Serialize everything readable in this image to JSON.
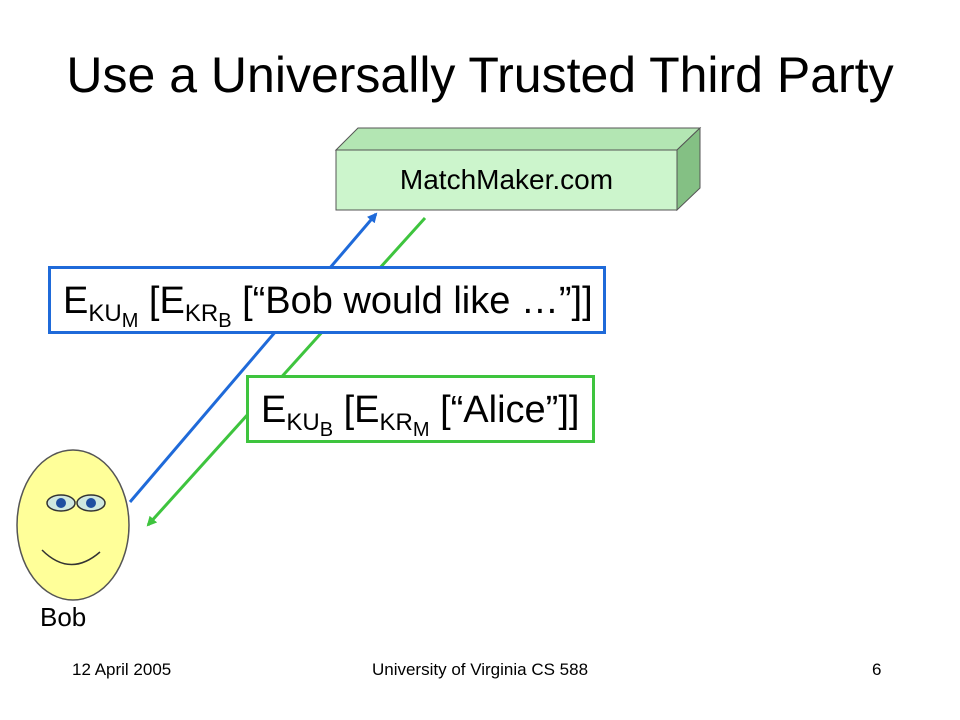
{
  "title": "Use a Universally Trusted Third Party",
  "server": {
    "label": "MatchMaker.com",
    "front_color": "#ccf5cc",
    "top_color": "#b3e6b3",
    "side_color": "#84c084"
  },
  "person": {
    "label": "Bob",
    "face_color": "#ffff99"
  },
  "messages": [
    {
      "direction": "Bob to MatchMaker.com",
      "color": "#1f6ad9",
      "e_outer": "E",
      "outer_key": "KU",
      "outer_key_sub": "M",
      "open_1": " [E",
      "inner_key": "KR",
      "inner_key_sub": "B",
      "payload": " [“Bob would like …”]]"
    },
    {
      "direction": "MatchMaker.com to Bob",
      "color": "#3ec43e",
      "e_outer": "E",
      "outer_key": "KU",
      "outer_key_sub": "B",
      "open_1": " [E",
      "inner_key": "KR",
      "inner_key_sub": "M",
      "payload": " [“Alice”]]"
    }
  ],
  "footer": {
    "date": "12 April 2005",
    "center": "University of Virginia CS 588",
    "page": "6"
  }
}
